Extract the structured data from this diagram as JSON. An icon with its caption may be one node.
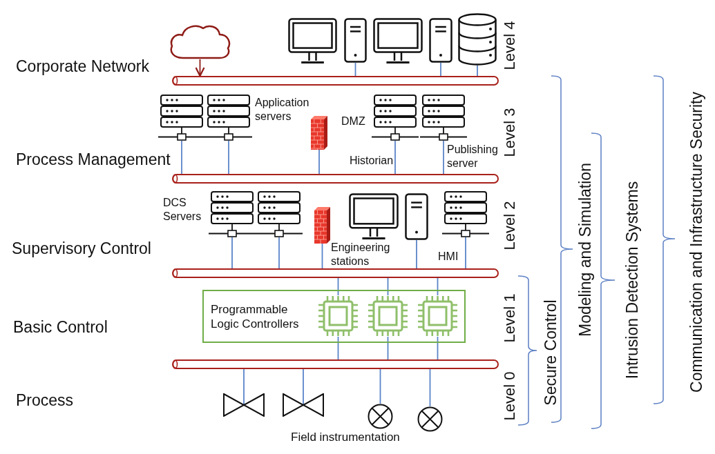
{
  "diagram": {
    "nodes": [
      {
        "text": [],
        "shape": "cloud"
      },
      {
        "text": [],
        "shape": "picture"
      },
      {
        "text": [],
        "shape": "picture"
      },
      {
        "text": [],
        "shape": "cylinder"
      },
      {
        "text": [],
        "shape": "cylinder"
      },
      {
        "text": [],
        "shape": "picture"
      },
      {
        "text": [],
        "shape": "picture"
      },
      {
        "text": [],
        "shape": "picture"
      },
      {
        "text": [],
        "shape": "picture",
        "beside": [
          "Historian"
        ]
      },
      {
        "text": [],
        "shape": "picture",
        "beside": [
          "Publishing server"
        ]
      },
      {
        "text": [],
        "shape": "cylinder"
      },
      {
        "text": [],
        "shape": "picture"
      },
      {
        "text": [],
        "shape": "picture"
      },
      {
        "text": [],
        "shape": "picture"
      },
      {
        "text": [],
        "shape": "picture"
      },
      {
        "text": [],
        "shape": "picture"
      },
      {
        "text": [],
        "shape": "cylinder"
      },
      {
        "text": [
          "Programmable Logic Controllers"
        ]
      },
      {
        "text": [],
        "shape": "picture",
        "in": 17
      },
      {
        "text": [],
        "shape": "picture",
        "in": 17
      },
      {
        "text": [],
        "shape": "picture",
        "in": 17
      },
      {
        "text": [],
        "shape": "cylinder"
      },
      {
        "text": [],
        "shape": "picture"
      },
      {
        "text": [],
        "shape": "picture"
      },
      {
        "text": [],
        "shape": "circle"
      },
      {
        "text": [],
        "shape": "circle"
      }
    ],
    "edges": [
      {
        "from": 0,
        "to": 4,
        "arrow": "to",
        "color": "#8e1b16"
      },
      {
        "from": 1,
        "to": 4,
        "arrow": "none"
      },
      {
        "from": 2,
        "to": 4,
        "arrow": "none"
      },
      {
        "from": 3,
        "to": 4,
        "arrow": "none"
      },
      {
        "from": 5,
        "to": 10,
        "arrow": "none"
      },
      {
        "from": 6,
        "to": 10,
        "arrow": "none"
      },
      {
        "from": 7,
        "to": 10,
        "arrow": "none"
      },
      {
        "from": 8,
        "to": 10,
        "arrow": "none"
      },
      {
        "from": 9,
        "to": 10,
        "arrow": "none"
      },
      {
        "from": 11,
        "to": 16,
        "arrow": "none"
      },
      {
        "from": 12,
        "to": 16,
        "arrow": "none"
      },
      {
        "from": 13,
        "to": 16,
        "arrow": "none"
      },
      {
        "from": 14,
        "to": 16,
        "arrow": "none"
      },
      {
        "from": 15,
        "to": 16,
        "arrow": "none"
      },
      {
        "from": 16,
        "to": 18,
        "arrow": "none"
      },
      {
        "from": 16,
        "to": 19,
        "arrow": "none"
      },
      {
        "from": 16,
        "to": 20,
        "arrow": "none"
      },
      {
        "from": 18,
        "to": 21,
        "arrow": "none"
      },
      {
        "from": 19,
        "to": 21,
        "arrow": "none"
      },
      {
        "from": 20,
        "to": 21,
        "arrow": "none"
      },
      {
        "from": 21,
        "to": 22,
        "arrow": "none"
      },
      {
        "from": 21,
        "to": 23,
        "arrow": "none"
      },
      {
        "from": 21,
        "to": 24,
        "arrow": "none"
      },
      {
        "from": 21,
        "to": 25,
        "arrow": "none"
      }
    ],
    "labels": [
      "Level 4",
      "Corporate Network",
      "Application servers",
      "DMZ",
      "Level 3",
      "Process Management",
      "DCS Servers",
      "Level 2",
      "Supervisory Control",
      "Engineering stations",
      "HMI",
      "Level 1",
      "Basic Control",
      "Level 0",
      "Process",
      "Field instrumentation",
      "Secure Control",
      "Modeling and Simulation",
      "Intrusion Detection Systems",
      "Communication and Infrastructure Security"
    ]
  }
}
